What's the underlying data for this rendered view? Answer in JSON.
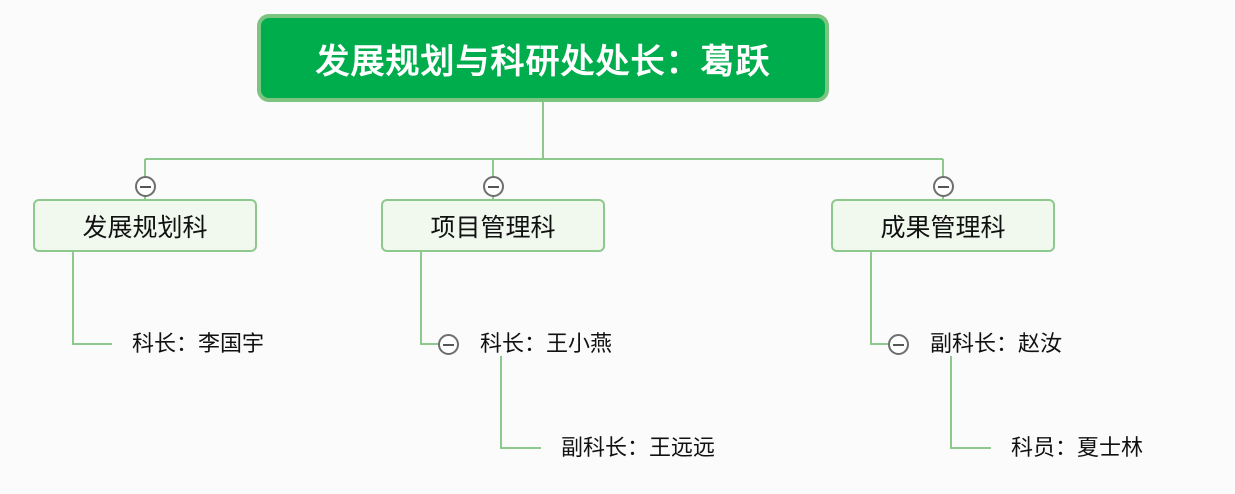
{
  "root": {
    "label": "发展规划与科研处处长：葛跃"
  },
  "departments": [
    {
      "name": "发展规划科",
      "members": [
        "科长：李国宇"
      ]
    },
    {
      "name": "项目管理科",
      "members": [
        "科长：王小燕",
        "副科长：王远远"
      ]
    },
    {
      "name": "成果管理科",
      "members": [
        "副科长：赵汝",
        "科员：夏士林"
      ]
    }
  ],
  "colors": {
    "root_fill": "#00ad4c",
    "root_border": "#7cc47f",
    "branch_fill": "#f1f8ee",
    "branch_border": "#8dc98c",
    "connector": "#8dc98c"
  },
  "icons": {
    "collapse": "minus-circle-icon"
  }
}
